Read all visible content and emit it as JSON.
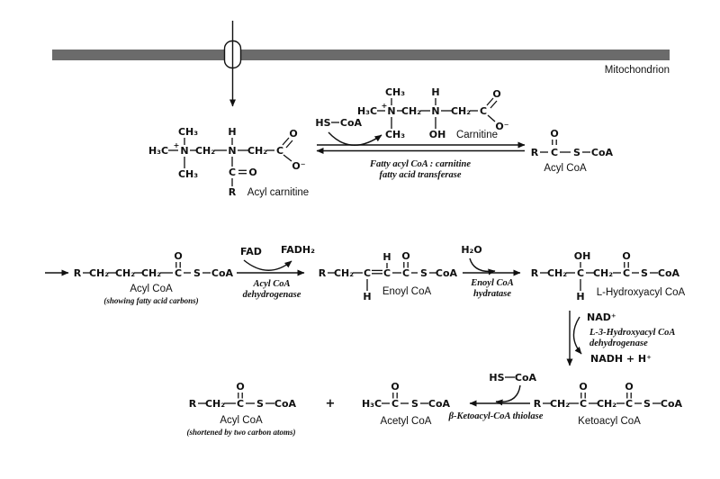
{
  "membrane": {
    "label": "Mitochondrion"
  },
  "transferase": {
    "hs_coa": {
      "hs": "HS",
      "coa": "CoA"
    },
    "enzyme_line1": "Fatty acyl CoA : carnitine",
    "enzyme_line2": "fatty acid transferase",
    "acyl_carnitine": {
      "label": "Acyl carnitine",
      "h3c": "H₃C",
      "plus": "+",
      "n1": "N",
      "ch2a": "CH₂",
      "n2": "N",
      "ch2b": "CH₂",
      "c1": "C",
      "o1": "O",
      "o_minus": "O⁻",
      "ch3_top": "CH₃",
      "ch3_bottom": "CH₃",
      "h_top": "H",
      "c2": "C",
      "o2": "O",
      "r": "R"
    },
    "carnitine": {
      "label": "Carnitine",
      "h3c": "H₃C",
      "plus": "+",
      "n1": "N",
      "ch2a": "CH₂",
      "n2": "N",
      "ch2b": "CH₂",
      "c1": "C",
      "o1": "O",
      "o_minus": "O⁻",
      "ch3_top": "CH₃",
      "ch3_bottom": "CH₃",
      "h_top": "H",
      "oh": "OH"
    },
    "acyl_coa": {
      "label": "Acyl CoA",
      "r": "R",
      "c": "C",
      "o": "O",
      "s": "S",
      "coa": "CoA"
    }
  },
  "beta_oxidation": {
    "acyl_coa": {
      "label": "Acyl CoA",
      "note": "(showing fatty acid carbons)",
      "r": "R",
      "ch2a": "CH₂",
      "ch2b": "CH₂",
      "ch2c": "CH₂",
      "c": "C",
      "o": "O",
      "s": "S",
      "coa": "CoA"
    },
    "step1": {
      "cofactor_in": "FAD",
      "cofactor_out": "FADH₂",
      "enzyme_line1": "Acyl CoA",
      "enzyme_line2": "dehydrogenase"
    },
    "enoyl_coa": {
      "label": "Enoyl CoA",
      "r": "R",
      "ch2": "CH₂",
      "c1": "C",
      "h_bottom": "H",
      "c2": "C",
      "h_top": "H",
      "c3": "C",
      "o": "O",
      "s": "S",
      "coa": "CoA"
    },
    "step2": {
      "cofactor_in": "H₂O",
      "enzyme_line1": "Enoyl CoA",
      "enzyme_line2": "hydratase"
    },
    "hydroxyacyl_coa": {
      "label": "L-Hydroxyacyl CoA",
      "r": "R",
      "ch2a": "CH₂",
      "c1": "C",
      "oh_top": "OH",
      "h_bottom": "H",
      "ch2b": "CH₂",
      "c2": "C",
      "o": "O",
      "s": "S",
      "coa": "CoA"
    },
    "step3": {
      "cofactor_in": "NAD⁺",
      "cofactor_out": "NADH + H⁺",
      "enzyme_line1": "L-3-Hydroxyacyl CoA",
      "enzyme_line2": "dehydrogenase"
    },
    "ketoacyl_coa": {
      "label": "Ketoacyl CoA",
      "r": "R",
      "ch2a": "CH₂",
      "c1": "C",
      "o1": "O",
      "ch2b": "CH₂",
      "c2": "C",
      "o2": "O",
      "s": "S",
      "coa": "CoA"
    },
    "step4": {
      "hs": "HS",
      "coa": "CoA",
      "enzyme": "β-Ketoacyl-CoA thiolase"
    },
    "acetyl_coa": {
      "label": "Acetyl CoA",
      "h3c": "H₃C",
      "c": "C",
      "o": "O",
      "s": "S",
      "coa": "CoA"
    },
    "plus": "+",
    "shortened_acyl_coa": {
      "label": "Acyl CoA",
      "note": "(shortened by two carbon atoms)",
      "r": "R",
      "ch2": "CH₂",
      "c": "C",
      "o": "O",
      "s": "S",
      "coa": "CoA"
    }
  }
}
